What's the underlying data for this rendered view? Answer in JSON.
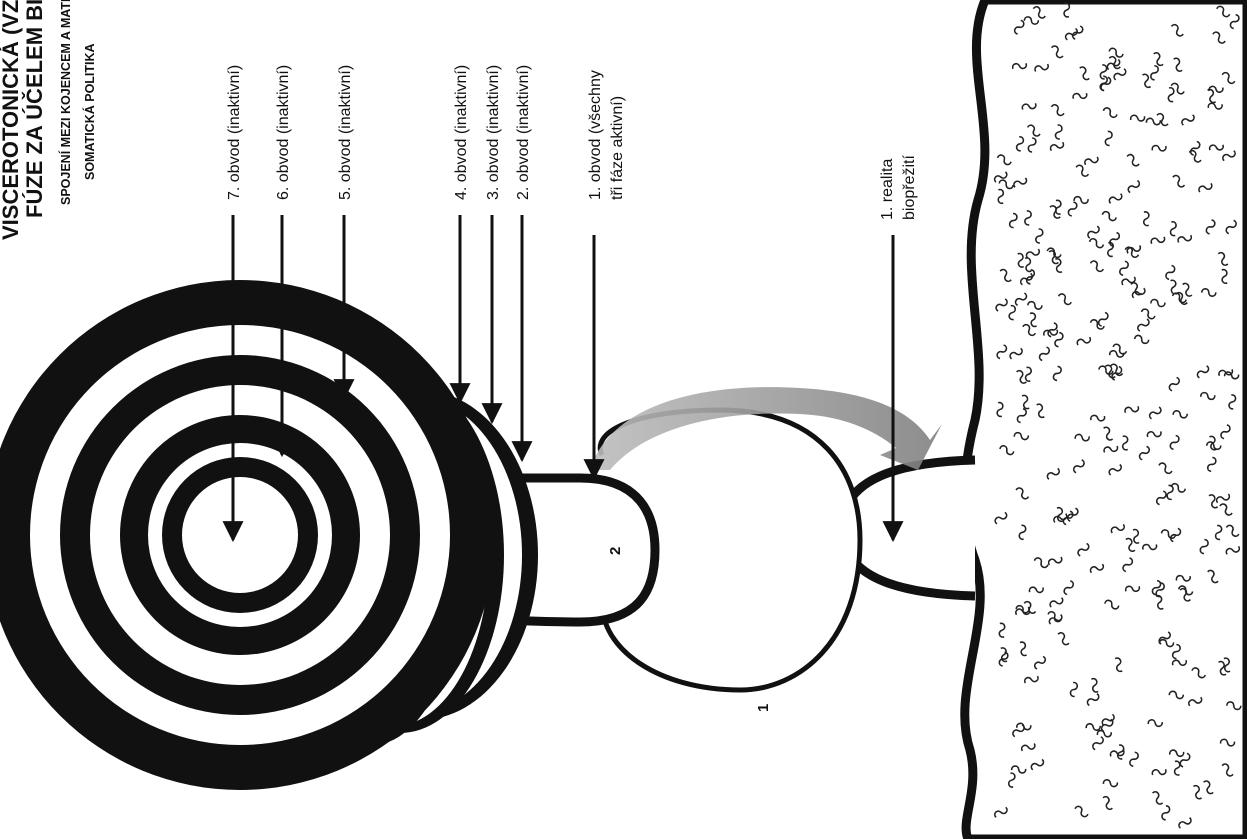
{
  "title": {
    "line1": "VISCEROTONICKÁ (VZÁJEMNÉ PROPOJENÁ",
    "line2": "FÚZE ZA ÚČELEM BIOPŘEŽITÍ",
    "subtitle1": "SPOJENÍ MEZI KOJENCEM A MATKOU",
    "subtitle2": "SOMATICKÁ POLITIKA"
  },
  "labels": {
    "c7": "7. obvod (inaktivní)",
    "c6": "6. obvod (inaktivní)",
    "c5": "5. obvod (inaktivní)",
    "c4": "4. obvod (inaktivní)",
    "c3": "3. obvod (inaktivní)",
    "c2": "2. obvod (inaktivní)",
    "c1_line1": "1. obvod (všechny",
    "c1_line2": "tři fáze aktivní)",
    "reality_line1": "1. realita",
    "reality_line2": "biopřežití"
  },
  "markers": {
    "one": "1",
    "two": "2"
  },
  "colors": {
    "ink": "#111111",
    "background": "#ffffff",
    "shade": "#9a9a9a",
    "ground_pattern": "#222222"
  }
}
